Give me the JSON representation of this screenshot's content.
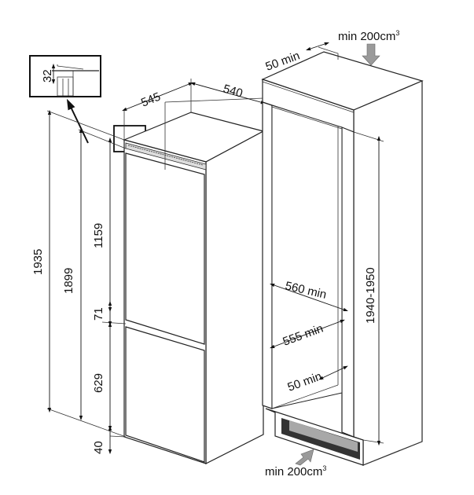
{
  "diagram": {
    "inset": {
      "dim_top_gap": "32"
    },
    "appliance": {
      "depth": "545",
      "width": "540",
      "total_height": "1935",
      "door_height": "1899",
      "upper_door": "1159",
      "door_gap": "71",
      "lower_door": "629",
      "plinth": "40"
    },
    "cabinet": {
      "top_vent_label": "min 200cm",
      "top_vent_sup": "3",
      "rear_gap": "50 min",
      "inner_width": "560 min",
      "inner_depth": "555 min",
      "base_gap": "50 min",
      "niche_height": "1940-1950",
      "bottom_vent_label": "min 200cm",
      "bottom_vent_sup": "3"
    },
    "colors": {
      "vent_arrow": "#9a9a9a",
      "vent_dark": "#333333",
      "vent_light": "#a8a8a8"
    }
  }
}
